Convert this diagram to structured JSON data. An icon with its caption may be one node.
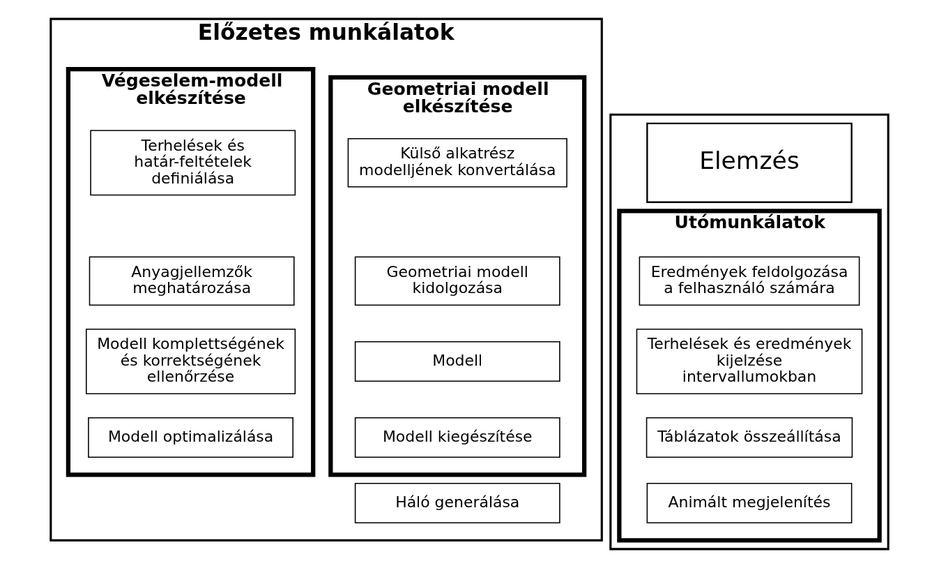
{
  "diagram": {
    "nodes": [
      {
        "text": [
          "Előzetes munkálatok"
        ]
      },
      {
        "text": [
          "Geometriai modell elkészítése"
        ],
        "in": 0
      },
      {
        "text": [
          "Külső alkatrész modelljének konvertálása"
        ],
        "in": 1
      },
      {
        "text": [
          "Geometriai modell kidolgozása"
        ],
        "in": 1
      },
      {
        "text": [
          "Modell"
        ],
        "in": 1
      },
      {
        "text": [
          "Modell kiegészítése"
        ],
        "in": 1
      },
      {
        "text": [
          "Végeselem-modell elkészítése"
        ],
        "in": 0
      },
      {
        "text": [
          "Terhelések és határ-feltételek definiálása"
        ],
        "in": 6
      },
      {
        "text": [
          "Anyagjellemzők meghatározása"
        ],
        "in": 6
      },
      {
        "text": [
          "Modell komplettségének és korrektségének ellenőrzése"
        ],
        "in": 6
      },
      {
        "text": [
          "Modell optimalizálása"
        ],
        "in": 6
      },
      {
        "text": [
          "Háló generálása"
        ],
        "in": 0
      },
      {
        "text": [],
        "shape": "box"
      },
      {
        "text": [
          "Elemzés"
        ],
        "in": 12
      },
      {
        "text": [
          "Utómunkálatok"
        ],
        "in": 12
      },
      {
        "text": [
          "Eredmények feldolgozása a felhasználó számára"
        ],
        "in": 14
      },
      {
        "text": [
          "Terhelések és eredmények kijelzése intervallumokban"
        ],
        "in": 14
      },
      {
        "text": [
          "Táblázatok összeállítása"
        ],
        "in": 14
      },
      {
        "text": [
          "Animált megjelenítés"
        ],
        "in": 14
      }
    ]
  }
}
